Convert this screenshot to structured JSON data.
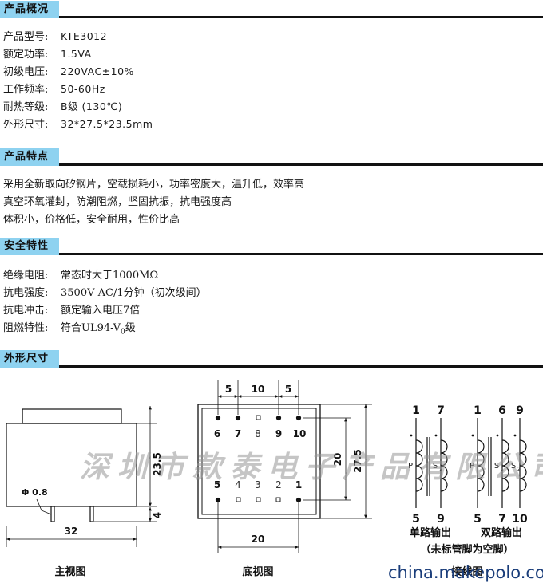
{
  "sections": {
    "overview": "产品概况",
    "features": "产品特点",
    "safety": "安全特性",
    "dimensions": "外形尺寸"
  },
  "specs": [
    {
      "label": "产品型号:",
      "value": "KTE3012"
    },
    {
      "label": "额定功率:",
      "value": "1.5VA"
    },
    {
      "label": "初级电压:",
      "value": "220VAC±10%"
    },
    {
      "label": "工作频率:",
      "value": "50-60Hz"
    },
    {
      "label": "耐热等级:",
      "value": "B级 (130℃)"
    },
    {
      "label": "外形尺寸:",
      "value": "32*27.5*23.5mm"
    }
  ],
  "features": [
    "采用全新取向矽钢片，空载损耗小，功率密度大，温升低，效率高",
    "真空环氧灌封，防潮阻燃，坚固抗振，抗电强度高",
    "体积小，价格低，安全耐用，性价比高"
  ],
  "safety": [
    {
      "label": "绝缘电阻:",
      "value": "常态时大于1000MΩ"
    },
    {
      "label": "抗电强度:",
      "value": "3500V AC/1分钟（初次级间）"
    },
    {
      "label": "抗电冲击:",
      "value": "额定输入电压7倍"
    },
    {
      "label": "阻燃特性:",
      "value": "符合UL94-V"
    }
  ],
  "safety_suffix": {
    "sub": "0",
    "tail": "级"
  },
  "front_view": {
    "dim_height": "23.5",
    "dim_pin": "4",
    "dim_width": "32",
    "pin_diameter": "Φ 0.8",
    "caption": "主视图"
  },
  "bottom_view": {
    "dim_top": [
      "5",
      "10",
      "5"
    ],
    "dim_inner": "20",
    "dim_outer": "27.5",
    "dim_bottom": "20",
    "pins_top": [
      "6",
      "7",
      "8",
      "9",
      "10"
    ],
    "pins_bottom": [
      "5",
      "4",
      "3",
      "2",
      "1"
    ],
    "caption": "底视图"
  },
  "wiring": {
    "single_top": [
      "1",
      "7"
    ],
    "single_bottom": [
      "5",
      "9"
    ],
    "single_coils": [
      "P",
      "S",
      "1"
    ],
    "double_top": [
      "1",
      "6",
      "9"
    ],
    "double_bottom": [
      "5",
      "7",
      "10"
    ],
    "double_coils": [
      "P",
      "S",
      "1",
      "S",
      "2"
    ],
    "label_single": "单路输出",
    "label_double": "双路输出",
    "note": "（未标管脚为空脚）",
    "caption": "接线图"
  },
  "watermark": "深圳市款泰电子产品有限公司",
  "site": "china.makepolo.com"
}
